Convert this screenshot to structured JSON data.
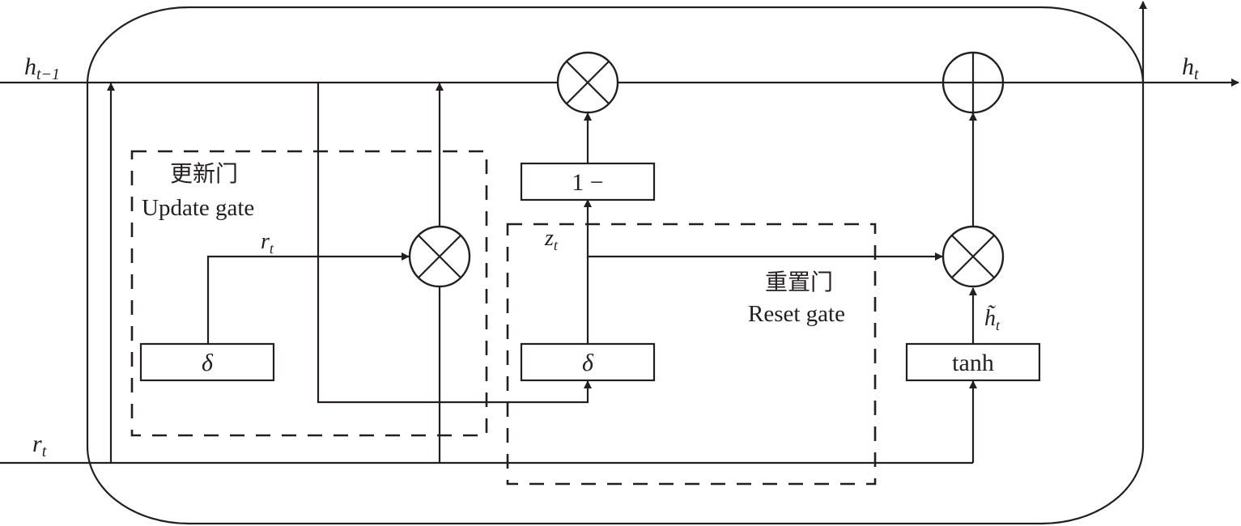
{
  "diagram": {
    "type": "GRU cell",
    "inputs": {
      "h_prev": {
        "base": "h",
        "sub": "t−1"
      },
      "r_in": {
        "base": "r",
        "sub": "t"
      }
    },
    "output": {
      "base": "h",
      "sub": "t"
    },
    "update_gate": {
      "label_zh": "更新门",
      "label_en": "Update gate",
      "activation": "δ",
      "signal": {
        "base": "r",
        "sub": "t"
      }
    },
    "reset_gate": {
      "label_zh": "重置门",
      "label_en": "Reset gate",
      "activation": "δ",
      "signal": {
        "base": "z",
        "sub": "t"
      }
    },
    "one_minus": "1 −",
    "candidate": {
      "activation": "tanh",
      "signal": {
        "base": "h̃",
        "sub": "t"
      }
    },
    "operators": {
      "multiply": "⊗",
      "add": "⊕"
    }
  }
}
